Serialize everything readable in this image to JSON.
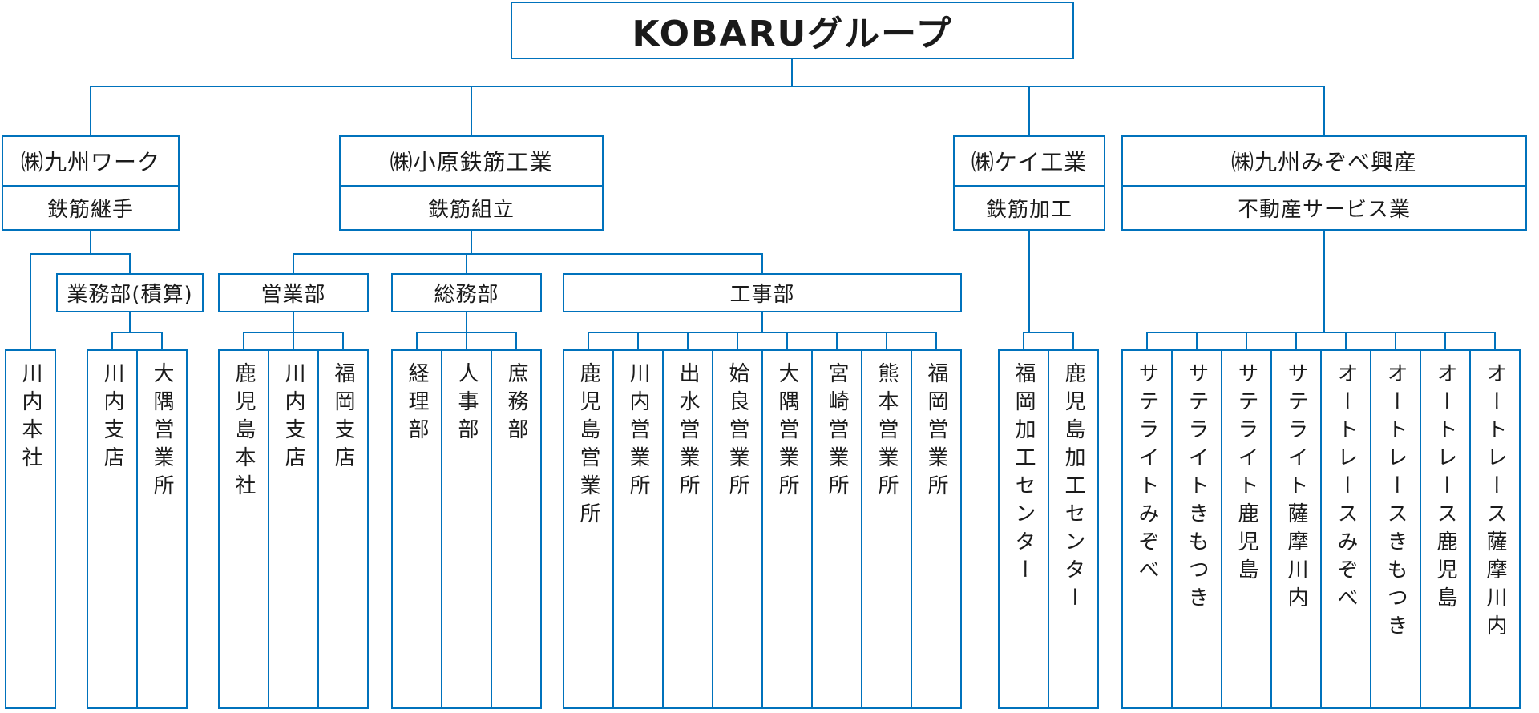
{
  "root": {
    "label": "KOBARUグループ"
  },
  "companies": [
    {
      "name": "㈱九州ワーク",
      "business": "鉄筋継手"
    },
    {
      "name": "㈱小原鉄筋工業",
      "business": "鉄筋組立"
    },
    {
      "name": "㈱ケイ工業",
      "business": "鉄筋加工"
    },
    {
      "name": "㈱九州みぞべ興産",
      "business": "不動産サービス業"
    }
  ],
  "departments": {
    "gyomu": "業務部(積算)",
    "eigyo": "営業部",
    "somu": "総務部",
    "koji": "工事部"
  },
  "offices": {
    "kyushuWork": [
      "川内本社"
    ],
    "gyomu": [
      "川内支店",
      "大隅営業所"
    ],
    "eigyo": [
      "鹿児島本社",
      "川内支店",
      "福岡支店"
    ],
    "somu": [
      "経理部",
      "人事部",
      "庶務部"
    ],
    "koji": [
      "鹿児島営業所",
      "川内営業所",
      "出水営業所",
      "姶良営業所",
      "大隅営業所",
      "宮崎営業所",
      "熊本営業所",
      "福岡営業所"
    ],
    "kei": [
      "福岡加工センター",
      "鹿児島加工センター"
    ],
    "mizobe": [
      "サテライトみぞべ",
      "サテライトきもつき",
      "サテライト鹿児島",
      "サテライト薩摩川内",
      "オートレースみぞべ",
      "オートレースきもつき",
      "オートレース鹿児島",
      "オートレース薩摩川内"
    ]
  },
  "colors": {
    "line": "#0072bc",
    "text": "#1a1a1a",
    "background": "#ffffff"
  }
}
